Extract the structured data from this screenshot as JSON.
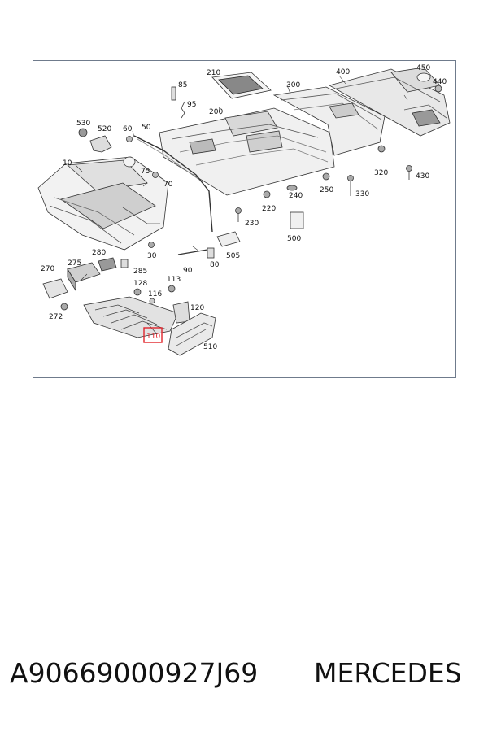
{
  "footer": {
    "part_number": "A90669000927J69",
    "brand": "MERCEDES"
  },
  "diagram": {
    "highlighted_label": "110",
    "labels": {
      "l10": "10",
      "l30": "30",
      "l50": "50",
      "l60": "60",
      "l70": "70",
      "l75": "75",
      "l80": "80",
      "l85": "85",
      "l90": "90",
      "l95": "95",
      "l113": "113",
      "l116": "116",
      "l120": "120",
      "l128": "128",
      "l200": "200",
      "l210": "210",
      "l220": "220",
      "l230": "230",
      "l240": "240",
      "l250": "250",
      "l270": "270",
      "l272": "272",
      "l275": "275",
      "l280": "280",
      "l285": "285",
      "l300": "300",
      "l320": "320",
      "l330": "330",
      "l400": "400",
      "l430": "430",
      "l440": "440",
      "l450": "450",
      "l500": "500",
      "l505": "505",
      "l510": "510",
      "l520": "520",
      "l530": "530"
    },
    "colors": {
      "highlight": "#e0242b",
      "frame": "#6f7b8c",
      "line": "#333333"
    }
  }
}
